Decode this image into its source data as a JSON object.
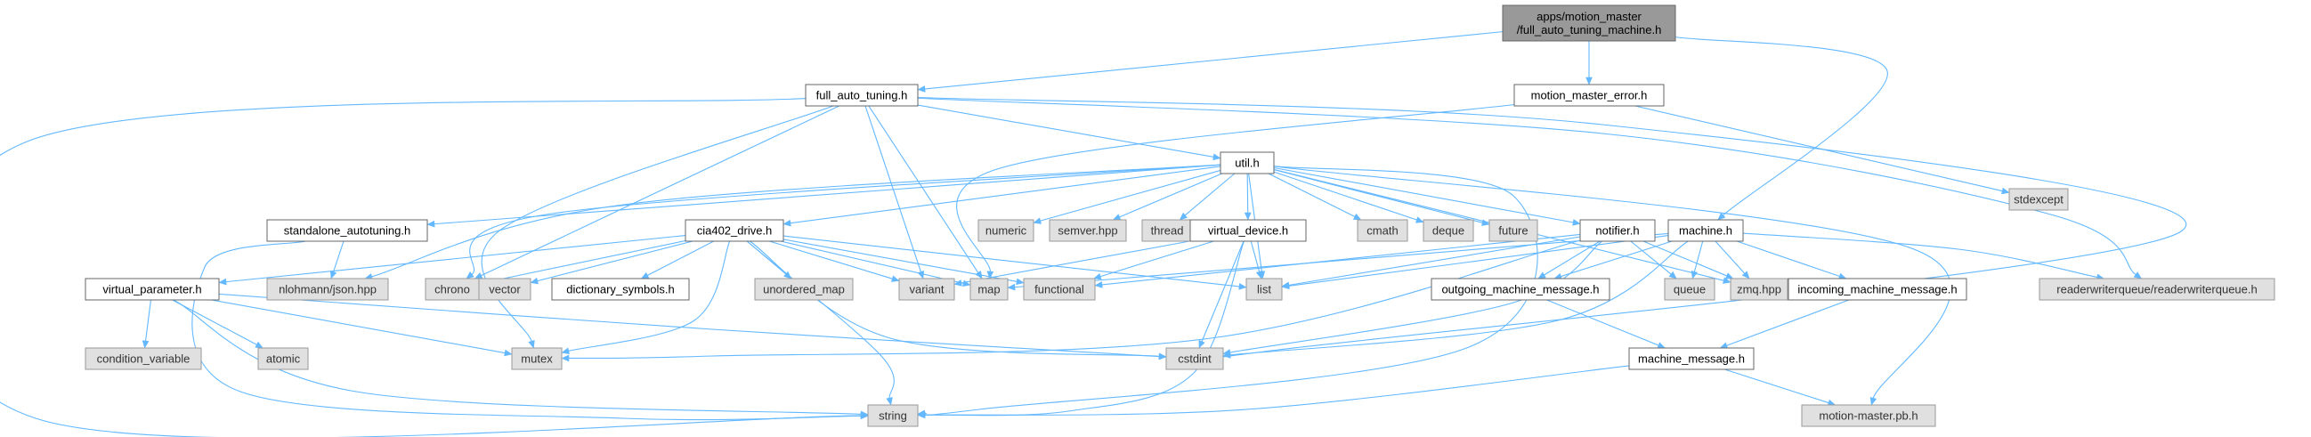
{
  "diagram": {
    "type": "include-dependency-graph",
    "colors": {
      "edge": "#63b8ff",
      "root_fill": "#999999",
      "file_fill": "#ffffff",
      "system_fill": "#e0e0e0"
    },
    "nodes": [
      {
        "id": "root",
        "lines": [
          "apps/motion_master",
          "/full_auto_tuning_machine.h"
        ],
        "kind": "root"
      },
      {
        "id": "full_auto_tuning",
        "lines": [
          "full_auto_tuning.h"
        ],
        "kind": "file"
      },
      {
        "id": "motion_master_error",
        "lines": [
          "motion_master_error.h"
        ],
        "kind": "file"
      },
      {
        "id": "util",
        "lines": [
          "util.h"
        ],
        "kind": "file"
      },
      {
        "id": "stdexcept",
        "lines": [
          "stdexcept"
        ],
        "kind": "system"
      },
      {
        "id": "standalone_autotuning",
        "lines": [
          "standalone_autotuning.h"
        ],
        "kind": "file"
      },
      {
        "id": "cia402_drive",
        "lines": [
          "cia402_drive.h"
        ],
        "kind": "file"
      },
      {
        "id": "numeric",
        "lines": [
          "numeric"
        ],
        "kind": "system"
      },
      {
        "id": "semver",
        "lines": [
          "semver.hpp"
        ],
        "kind": "system"
      },
      {
        "id": "thread",
        "lines": [
          "thread"
        ],
        "kind": "system"
      },
      {
        "id": "virtual_device",
        "lines": [
          "virtual_device.h"
        ],
        "kind": "file"
      },
      {
        "id": "cmath",
        "lines": [
          "cmath"
        ],
        "kind": "system"
      },
      {
        "id": "deque",
        "lines": [
          "deque"
        ],
        "kind": "system"
      },
      {
        "id": "future",
        "lines": [
          "future"
        ],
        "kind": "system"
      },
      {
        "id": "notifier",
        "lines": [
          "notifier.h"
        ],
        "kind": "file"
      },
      {
        "id": "machine",
        "lines": [
          "machine.h"
        ],
        "kind": "file"
      },
      {
        "id": "virtual_parameter",
        "lines": [
          "virtual_parameter.h"
        ],
        "kind": "file"
      },
      {
        "id": "json",
        "lines": [
          "nlohmann/json.hpp"
        ],
        "kind": "system"
      },
      {
        "id": "chrono",
        "lines": [
          "chrono"
        ],
        "kind": "system"
      },
      {
        "id": "vector",
        "lines": [
          "vector"
        ],
        "kind": "system"
      },
      {
        "id": "dictionary_symbols",
        "lines": [
          "dictionary_symbols.h"
        ],
        "kind": "file"
      },
      {
        "id": "unordered_map",
        "lines": [
          "unordered_map"
        ],
        "kind": "system"
      },
      {
        "id": "variant",
        "lines": [
          "variant"
        ],
        "kind": "system"
      },
      {
        "id": "map",
        "lines": [
          "map"
        ],
        "kind": "system"
      },
      {
        "id": "functional",
        "lines": [
          "functional"
        ],
        "kind": "system"
      },
      {
        "id": "list",
        "lines": [
          "list"
        ],
        "kind": "system"
      },
      {
        "id": "outgoing_machine_message",
        "lines": [
          "outgoing_machine_message.h"
        ],
        "kind": "file"
      },
      {
        "id": "queue",
        "lines": [
          "queue"
        ],
        "kind": "system"
      },
      {
        "id": "zmq",
        "lines": [
          "zmq.hpp"
        ],
        "kind": "system"
      },
      {
        "id": "incoming_machine_message",
        "lines": [
          "incoming_machine_message.h"
        ],
        "kind": "file"
      },
      {
        "id": "readerwriterqueue",
        "lines": [
          "readerwriterqueue/readerwriterqueue.h"
        ],
        "kind": "system"
      },
      {
        "id": "condition_variable",
        "lines": [
          "condition_variable"
        ],
        "kind": "system"
      },
      {
        "id": "atomic",
        "lines": [
          "atomic"
        ],
        "kind": "system"
      },
      {
        "id": "mutex",
        "lines": [
          "mutex"
        ],
        "kind": "system"
      },
      {
        "id": "cstdint",
        "lines": [
          "cstdint"
        ],
        "kind": "system"
      },
      {
        "id": "machine_message",
        "lines": [
          "machine_message.h"
        ],
        "kind": "file"
      },
      {
        "id": "string",
        "lines": [
          "string"
        ],
        "kind": "system"
      },
      {
        "id": "motion_master_pb",
        "lines": [
          "motion-master.pb.h"
        ],
        "kind": "system"
      }
    ],
    "edges": [
      [
        "root",
        "full_auto_tuning"
      ],
      [
        "root",
        "motion_master_error"
      ],
      [
        "root",
        "machine"
      ],
      [
        "full_auto_tuning",
        "util"
      ],
      [
        "full_auto_tuning",
        "string"
      ],
      [
        "full_auto_tuning",
        "mutex"
      ],
      [
        "full_auto_tuning",
        "chrono"
      ],
      [
        "full_auto_tuning",
        "variant"
      ],
      [
        "full_auto_tuning",
        "map"
      ],
      [
        "full_auto_tuning",
        "readerwriterqueue"
      ],
      [
        "full_auto_tuning",
        "cstdint"
      ],
      [
        "motion_master_error",
        "stdexcept"
      ],
      [
        "motion_master_error",
        "map"
      ],
      [
        "util",
        "standalone_autotuning"
      ],
      [
        "util",
        "cia402_drive"
      ],
      [
        "util",
        "numeric"
      ],
      [
        "util",
        "semver"
      ],
      [
        "util",
        "thread"
      ],
      [
        "util",
        "virtual_device"
      ],
      [
        "util",
        "cmath"
      ],
      [
        "util",
        "deque"
      ],
      [
        "util",
        "future"
      ],
      [
        "util",
        "notifier"
      ],
      [
        "util",
        "json"
      ],
      [
        "util",
        "chrono"
      ],
      [
        "util",
        "list"
      ],
      [
        "util",
        "zmq"
      ],
      [
        "util",
        "string"
      ],
      [
        "util",
        "motion_master_pb"
      ],
      [
        "standalone_autotuning",
        "json"
      ],
      [
        "standalone_autotuning",
        "string"
      ],
      [
        "cia402_drive",
        "virtual_parameter"
      ],
      [
        "cia402_drive",
        "chrono"
      ],
      [
        "cia402_drive",
        "vector"
      ],
      [
        "cia402_drive",
        "dictionary_symbols"
      ],
      [
        "cia402_drive",
        "unordered_map"
      ],
      [
        "cia402_drive",
        "variant"
      ],
      [
        "cia402_drive",
        "map"
      ],
      [
        "cia402_drive",
        "functional"
      ],
      [
        "cia402_drive",
        "list"
      ],
      [
        "cia402_drive",
        "mutex"
      ],
      [
        "cia402_drive",
        "cstdint"
      ],
      [
        "cia402_drive",
        "string"
      ],
      [
        "virtual_device",
        "variant"
      ],
      [
        "virtual_device",
        "functional"
      ],
      [
        "virtual_device",
        "list"
      ],
      [
        "virtual_device",
        "cstdint"
      ],
      [
        "virtual_device",
        "string"
      ],
      [
        "notifier",
        "functional"
      ],
      [
        "notifier",
        "list"
      ],
      [
        "notifier",
        "mutex"
      ],
      [
        "notifier",
        "queue"
      ],
      [
        "notifier",
        "zmq"
      ],
      [
        "notifier",
        "outgoing_machine_message"
      ],
      [
        "notifier",
        "cstdint"
      ],
      [
        "machine",
        "list"
      ],
      [
        "machine",
        "map"
      ],
      [
        "machine",
        "outgoing_machine_message"
      ],
      [
        "machine",
        "queue"
      ],
      [
        "machine",
        "zmq"
      ],
      [
        "machine",
        "incoming_machine_message"
      ],
      [
        "machine",
        "readerwriterqueue"
      ],
      [
        "machine",
        "cstdint"
      ],
      [
        "virtual_parameter",
        "condition_variable"
      ],
      [
        "virtual_parameter",
        "atomic"
      ],
      [
        "virtual_parameter",
        "mutex"
      ],
      [
        "virtual_parameter",
        "cstdint"
      ],
      [
        "virtual_parameter",
        "string"
      ],
      [
        "outgoing_machine_message",
        "machine_message"
      ],
      [
        "incoming_machine_message",
        "machine_message"
      ],
      [
        "machine_message",
        "string"
      ],
      [
        "machine_message",
        "motion_master_pb"
      ]
    ]
  }
}
